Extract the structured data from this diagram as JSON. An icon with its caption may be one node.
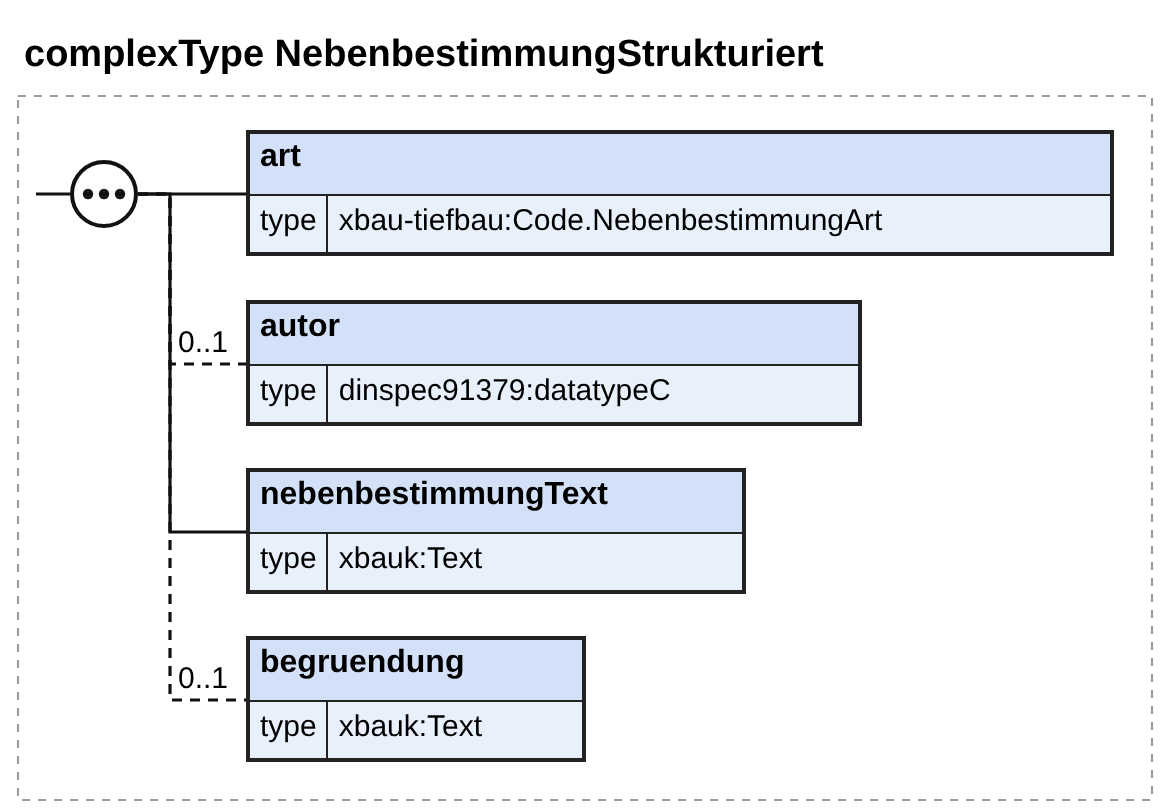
{
  "diagram": {
    "title": "complexType NebenbestimmungStrukturiert",
    "nodes": [
      {
        "text": [],
        "shape": "circle"
      },
      {
        "text": [
          "art",
          "type",
          "xbau-tiefbau:Code.NebenbestimmungArt"
        ]
      },
      {
        "text": [
          "autor",
          "type",
          "dinspec91379:datatypeC"
        ]
      },
      {
        "text": [
          "nebenbestimmungText",
          "type",
          "xbauk:Text"
        ]
      },
      {
        "text": [
          "begruendung",
          "type",
          "xbauk:Text"
        ]
      }
    ],
    "edges": [
      {
        "from": null,
        "to": 0,
        "arrow": "none"
      },
      {
        "from": 0,
        "to": 2,
        "arrow": "none",
        "style": "dashed",
        "label": "0..1"
      },
      {
        "from": 0,
        "to": 4,
        "arrow": "none",
        "style": "dashed",
        "label": "0..1"
      },
      {
        "from": 0,
        "to": 1,
        "arrow": "none"
      },
      {
        "from": 0,
        "to": 3,
        "arrow": "none"
      }
    ]
  }
}
